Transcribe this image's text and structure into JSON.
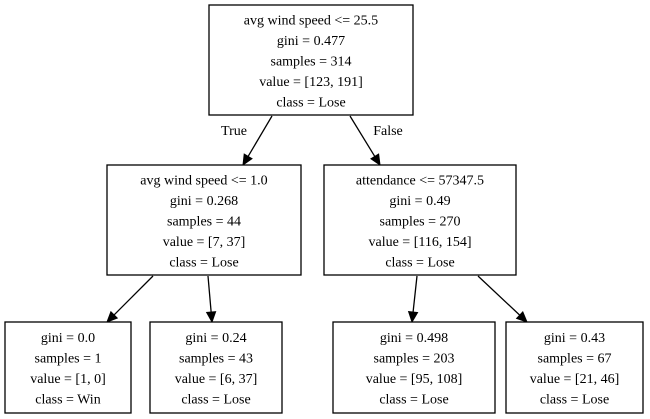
{
  "tree": {
    "nodes": [
      {
        "id": "root",
        "lines": [
          "avg wind speed <= 25.5",
          "gini = 0.477",
          "samples = 314",
          "value = [123, 191]",
          "class = Lose"
        ]
      },
      {
        "id": "left",
        "lines": [
          "avg wind speed <= 1.0",
          "gini = 0.268",
          "samples = 44",
          "value = [7, 37]",
          "class = Lose"
        ]
      },
      {
        "id": "right",
        "lines": [
          "attendance <= 57347.5",
          "gini = 0.49",
          "samples = 270",
          "value = [116, 154]",
          "class = Lose"
        ]
      },
      {
        "id": "left-left",
        "lines": [
          "gini = 0.0",
          "samples = 1",
          "value = [1, 0]",
          "class = Win"
        ]
      },
      {
        "id": "left-right",
        "lines": [
          "gini = 0.24",
          "samples = 43",
          "value = [6, 37]",
          "class = Lose"
        ]
      },
      {
        "id": "right-left",
        "lines": [
          "gini = 0.498",
          "samples = 203",
          "value = [95, 108]",
          "class = Lose"
        ]
      },
      {
        "id": "right-right",
        "lines": [
          "gini = 0.43",
          "samples = 67",
          "value = [21, 46]",
          "class = Lose"
        ]
      }
    ],
    "edges": [
      {
        "from": "root",
        "to": "left",
        "label": "True"
      },
      {
        "from": "root",
        "to": "right",
        "label": "False"
      },
      {
        "from": "left",
        "to": "left-left",
        "label": ""
      },
      {
        "from": "left",
        "to": "left-right",
        "label": ""
      },
      {
        "from": "right",
        "to": "right-left",
        "label": ""
      },
      {
        "from": "right",
        "to": "right-right",
        "label": ""
      }
    ]
  }
}
